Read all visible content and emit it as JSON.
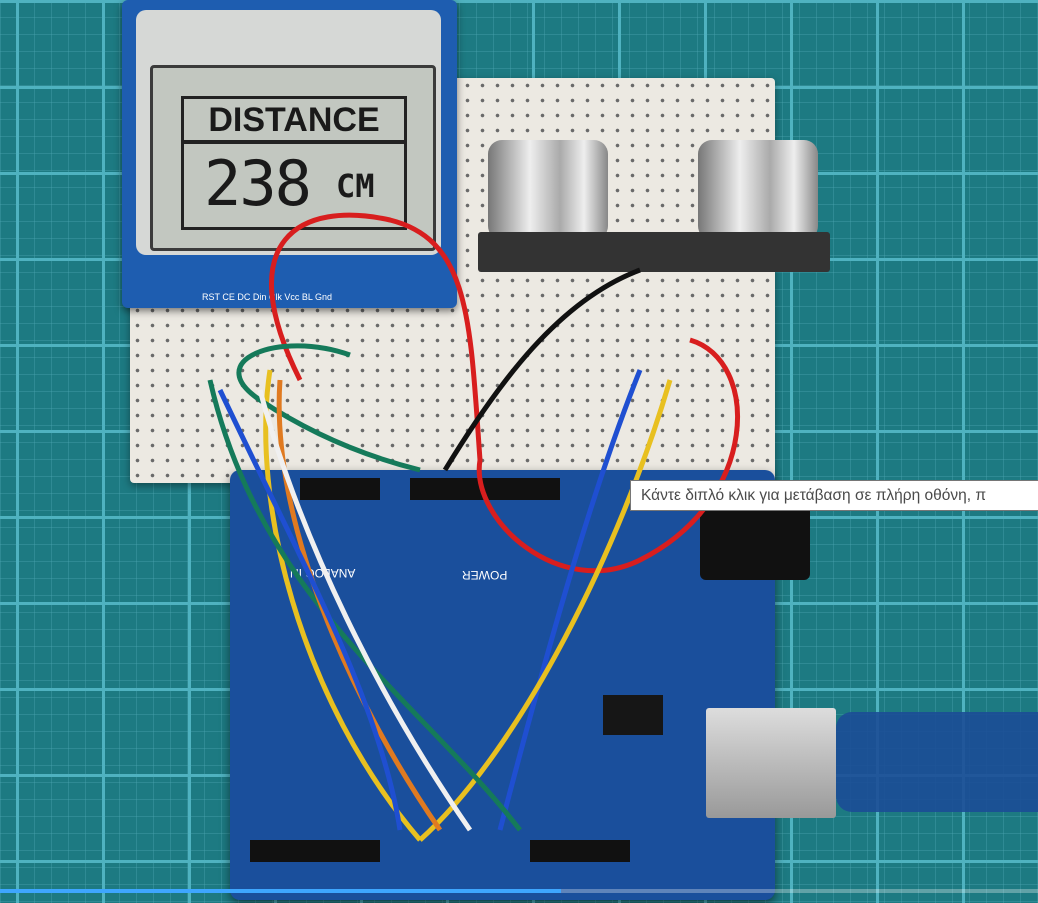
{
  "video": {
    "lcd": {
      "title": "DISTANCE",
      "value": "238",
      "unit": "CM"
    },
    "lcd_pin_labels": "RST CE DC Din Clk Vcc BL Gnd",
    "board_labels": {
      "power": "POWER",
      "analog": "ANALOG IN"
    },
    "wire_colors": [
      "#d81e1e",
      "#111111",
      "#1f4fd1",
      "#e8c020",
      "#157a5a",
      "#e07a20",
      "#f0f0f0"
    ]
  },
  "tooltip": {
    "text": "Κάντε διπλό κλικ για μετάβαση σε πλήρη οθόνη, π"
  },
  "player": {
    "progress_percent": 54,
    "accent_color": "#3ea6ff"
  }
}
